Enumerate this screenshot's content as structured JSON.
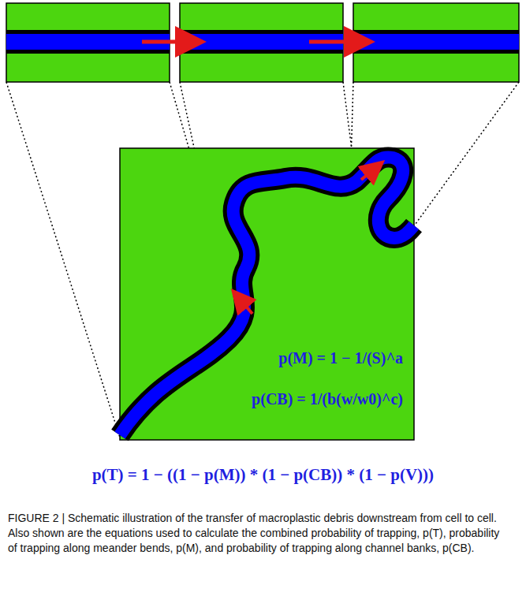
{
  "diagram": {
    "caption": "FIGURE 2 | Schematic illustration of the transfer of macroplastic debris downstream from cell to cell. Also shown are the equations used to calculate the combined probability of trapping, p(T), probability of trapping along meander bends, p(M), and probability of trapping along channel banks, p(CB).",
    "nodes": [
      {
        "text": [
          "p(M) = 1 − 1/(S)^a",
          "p(CB) = 1/(b(w/w0)^c)"
        ]
      }
    ],
    "labels": [
      "p(T) = 1 − ((1 − p(M)) * (1 − p(CB)) * (1 − p(V)))"
    ]
  }
}
